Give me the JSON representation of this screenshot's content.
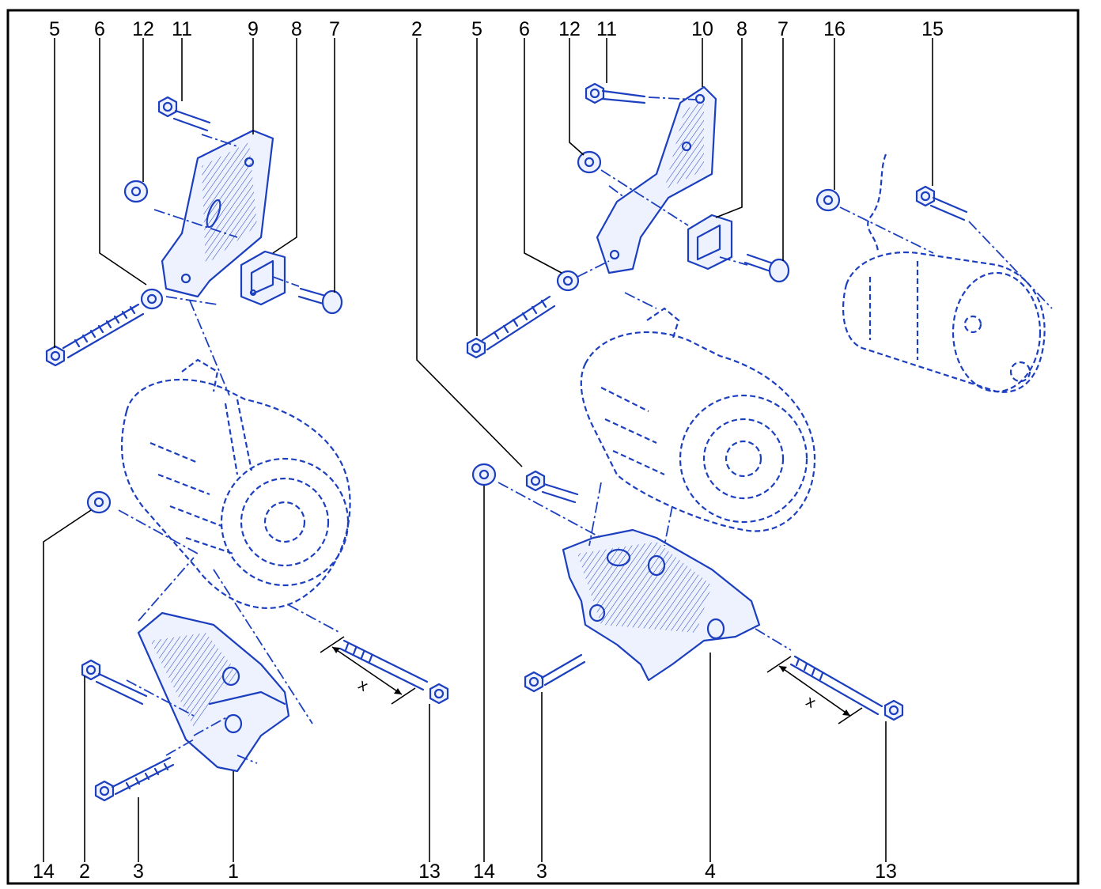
{
  "diagram": {
    "labels": {
      "l_5a": "5",
      "l_6a": "6",
      "l_12a": "12",
      "l_11a": "11",
      "l_9": "9",
      "l_8a": "8",
      "l_7a": "7",
      "l_2top": "2",
      "l_5b": "5",
      "l_6b": "6",
      "l_12b": "12",
      "l_11b": "11",
      "l_10": "10",
      "l_8b": "8",
      "l_7b": "7",
      "l_16": "16",
      "l_15": "15",
      "l_14a": "14",
      "l_2a": "2",
      "l_3a": "3",
      "l_1": "1",
      "l_13a": "13",
      "l_14b": "14",
      "l_3b": "3",
      "l_4": "4",
      "l_13b": "13",
      "x_left": "x",
      "x_right": "x"
    },
    "colors": {
      "ink": "#1c3fbf",
      "fill": "#eef2ff",
      "text": "#000000"
    }
  }
}
